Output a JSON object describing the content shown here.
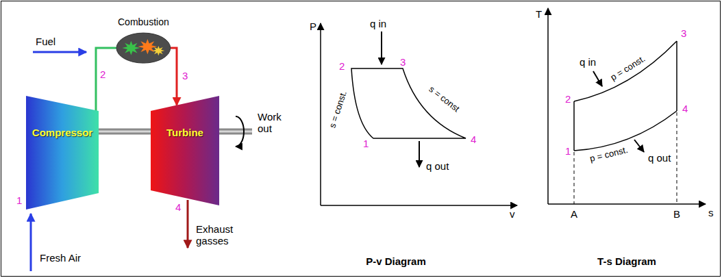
{
  "diagram": {
    "nodes": [
      {
        "text": [
          "Compressor"
        ]
      },
      {
        "text": [
          "Combustion"
        ]
      },
      {
        "text": [
          "Turbine"
        ]
      }
    ],
    "edges": [
      {
        "from": 0,
        "to": 1,
        "arrow": "none"
      },
      {
        "from": 1,
        "to": 2,
        "arrow": "to"
      },
      {
        "from": 0,
        "to": 2,
        "arrow": "none"
      }
    ],
    "labels": [
      "Fuel",
      "1",
      "2",
      "3",
      "Work out",
      "Fresh Air",
      "4",
      "Exhaust gasses",
      "P",
      "q in",
      "2",
      "3",
      "s = const.",
      "s = const",
      "1",
      "4",
      "q out",
      "v",
      "P-v Diagram",
      "T",
      "q in",
      "3",
      "2",
      "p = const.",
      "4",
      "1",
      "p = const.",
      "q out",
      "A",
      "B",
      "s",
      "T-s Diagram"
    ]
  }
}
